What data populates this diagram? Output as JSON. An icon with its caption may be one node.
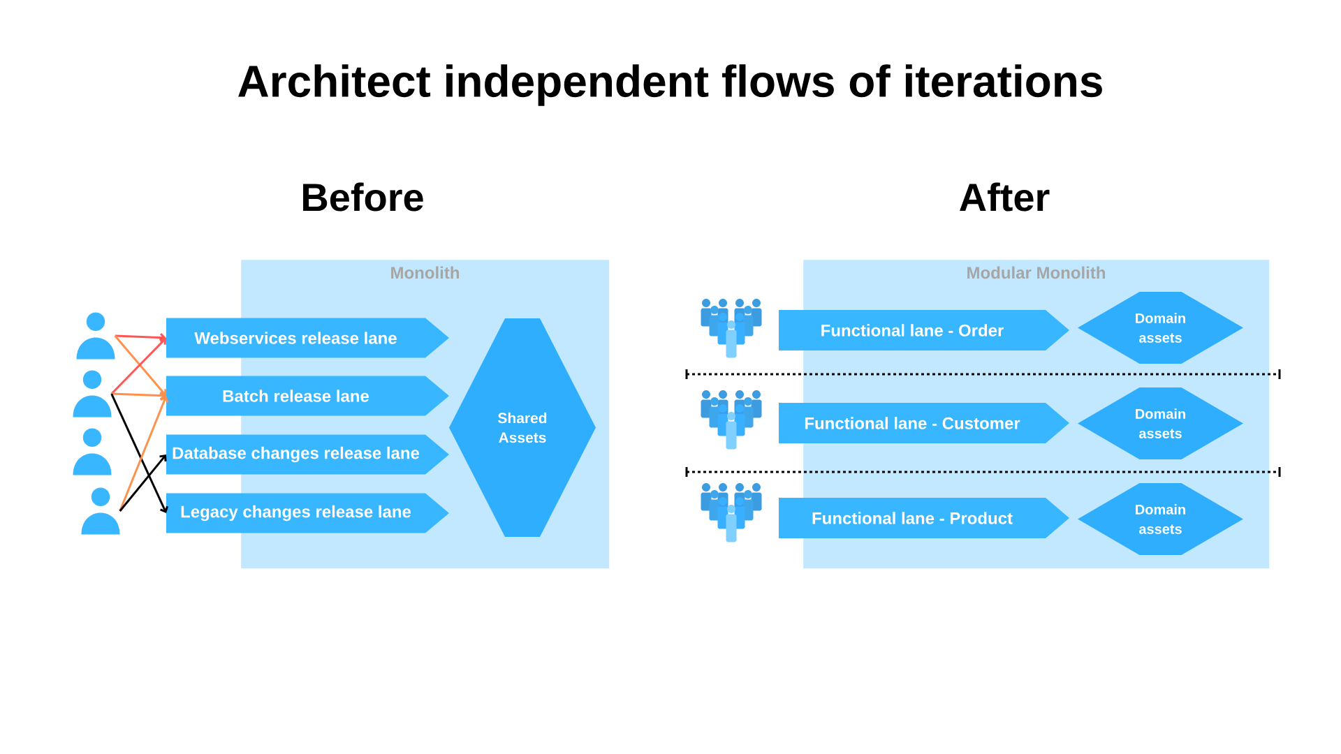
{
  "diagram": {
    "title": "Architect independent flows of iterations",
    "nodes": [
      {
        "text": [
          "Monolith"
        ]
      },
      {
        "text": [
          "Webservices release lane"
        ]
      },
      {
        "text": [
          "Batch release lane"
        ]
      },
      {
        "text": [
          "Database changes release lane"
        ]
      },
      {
        "text": [
          "Legacy changes release lane"
        ]
      },
      {
        "text": [
          "Shared Assets"
        ],
        "in": 0
      },
      {
        "text": [],
        "shape": "person"
      },
      {
        "text": [],
        "shape": "person"
      },
      {
        "text": [],
        "shape": "person"
      },
      {
        "text": [],
        "shape": "person"
      },
      {
        "text": [
          "Modular Monolith"
        ]
      },
      {
        "text": [],
        "shape": "person"
      },
      {
        "text": [
          "Functional lane - Order"
        ]
      },
      {
        "text": [
          "Domain assets"
        ],
        "in": 10
      },
      {
        "text": [],
        "shape": "person"
      },
      {
        "text": [
          "Functional lane - Customer"
        ]
      },
      {
        "text": [
          "Domain assets"
        ],
        "in": 10
      },
      {
        "text": [],
        "shape": "person"
      },
      {
        "text": [
          "Functional lane - Product"
        ]
      },
      {
        "text": [
          "Domain assets"
        ],
        "in": 10
      }
    ],
    "edges": [
      {
        "from": 6,
        "to": 1,
        "arrow": "to",
        "color": "#ff5757"
      },
      {
        "from": 6,
        "to": 2,
        "arrow": "to"
      },
      {
        "from": 7,
        "to": 1,
        "arrow": "to",
        "color": "#ff5757"
      },
      {
        "from": 7,
        "to": 2,
        "arrow": "to"
      },
      {
        "from": 7,
        "to": 4,
        "arrow": "to",
        "color": "#000000"
      },
      {
        "from": 9,
        "to": 2,
        "arrow": "to"
      },
      {
        "from": 9,
        "to": 3,
        "arrow": "to",
        "color": "#000000"
      }
    ],
    "labels": [
      "Before",
      "After"
    ]
  }
}
